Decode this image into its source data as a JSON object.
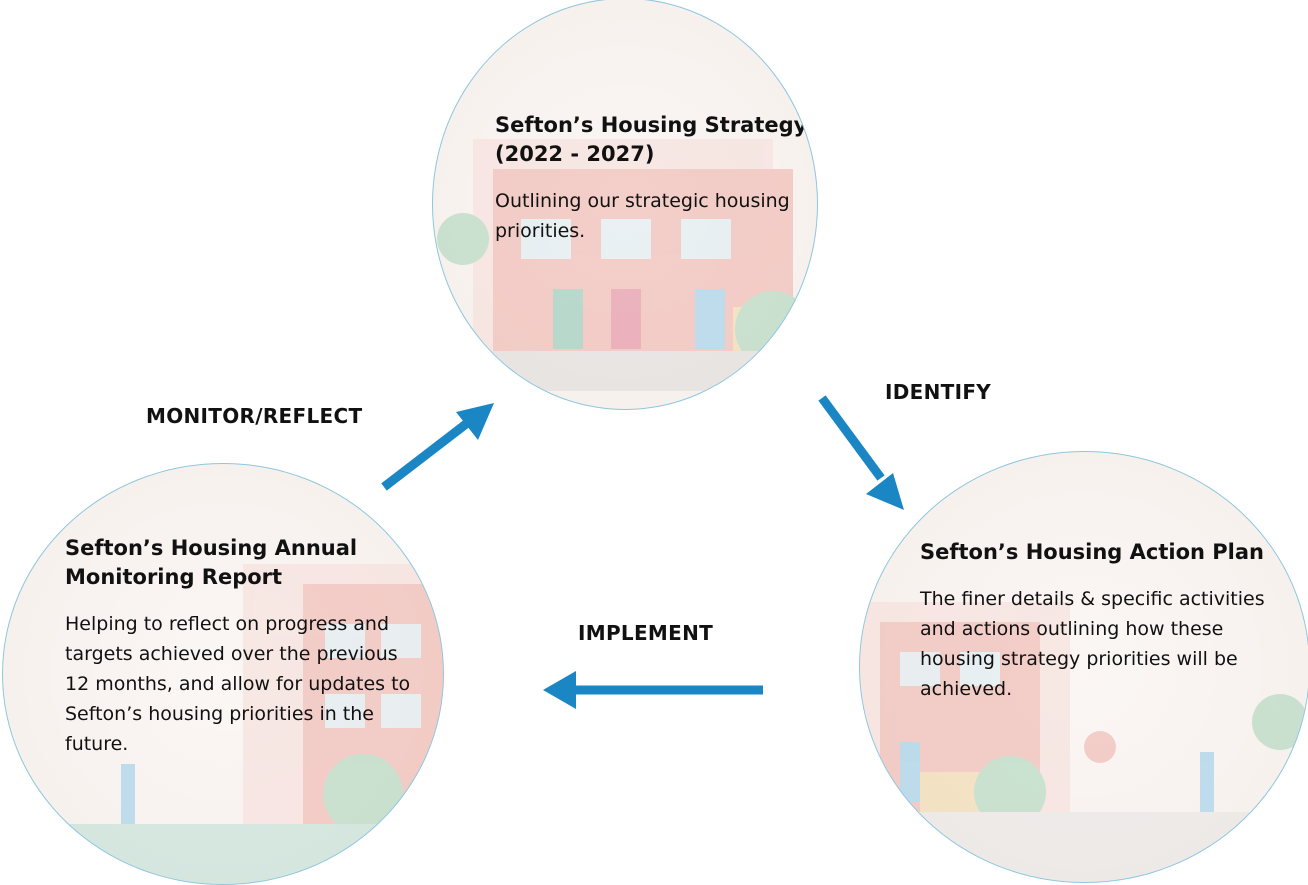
{
  "nodes": {
    "strategy": {
      "title": "Sefton’s Housing Strategy (2022 - 2027)",
      "body": "Outlining our strategic housing priorities."
    },
    "action_plan": {
      "title": "Sefton’s Housing Action Plan",
      "body": "The finer details & specific activities and actions outlining how these housing strategy priorities will be achieved."
    },
    "monitoring": {
      "title": "Sefton’s Housing Annual Monitoring Report",
      "body": "Helping to reflect on progress and targets achieved over the previous 12 months, and allow for updates to Sefton’s housing priorities in the future."
    }
  },
  "edges": {
    "identify": "IDENTIFY",
    "implement": "IMPLEMENT",
    "monitor_reflect": "MONITOR/REFLECT"
  },
  "colors": {
    "arrow": "#1a86c3",
    "circle_border": "#8ec6df",
    "text": "#111111"
  }
}
